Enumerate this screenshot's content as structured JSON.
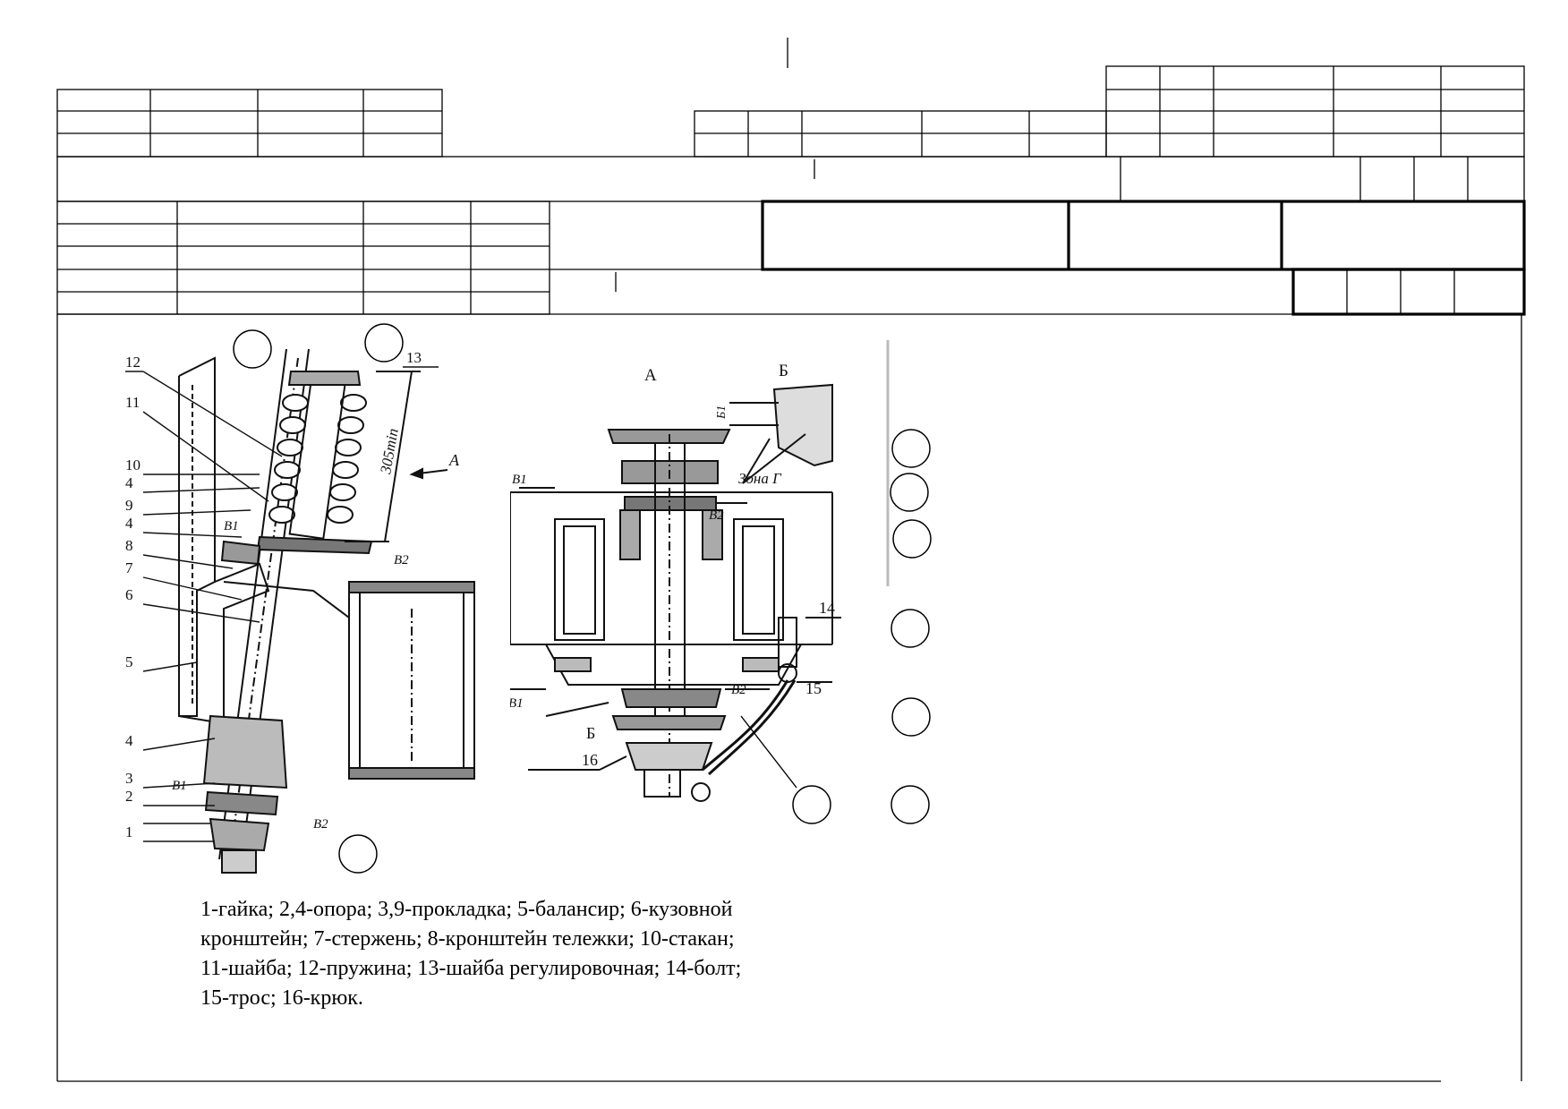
{
  "diagram": {
    "labels_left": [
      "13",
      "12",
      "11",
      "10",
      "4",
      "9",
      "4",
      "8",
      "7",
      "6",
      "5",
      "4",
      "3",
      "2",
      "1"
    ],
    "dimension_label": "305min",
    "arrow_label": "A",
    "gap_labels": {
      "b1": "B1",
      "b2": "B2"
    },
    "view_labels": {
      "a": "А",
      "b": "Б"
    },
    "zone_label": "Зона Г",
    "labels_right": [
      "14",
      "15",
      "16"
    ],
    "detail_label": "Б",
    "b1_label": "Б1"
  },
  "legend": {
    "line1": "1-гайка; 2,4-опора; 3,9-прокладка; 5-балансир; 6-кузовной",
    "line2": "кронштейн; 7-стержень; 8-кронштейн тележки; 10-стакан;",
    "line3": "11-шайба; 12-пружина; 13-шайба регулировочная; 14-болт;",
    "line4": "15-трос; 16-крюк."
  }
}
